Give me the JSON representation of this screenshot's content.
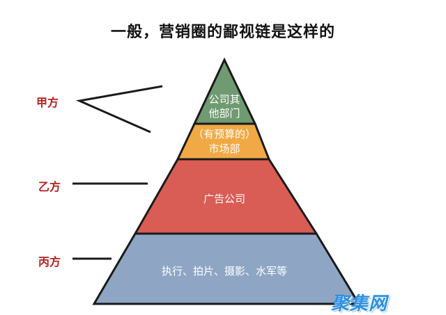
{
  "title": "一般，营销圈的鄙视链是这样的",
  "side_labels": {
    "jia": "甲方",
    "yi": "乙方",
    "bing": "丙方"
  },
  "tiers": [
    {
      "line1": "公司其",
      "line2": "他部门",
      "color": "#6f9a72"
    },
    {
      "line1": "（有预算的）",
      "line2": "市场部",
      "color": "#f0a945"
    },
    {
      "line1": "广告公司",
      "color": "#d95c55"
    },
    {
      "line1": "执行、拍片、摄影、水军等",
      "color": "#8ea6c4"
    }
  ],
  "watermark": "聚集网"
}
